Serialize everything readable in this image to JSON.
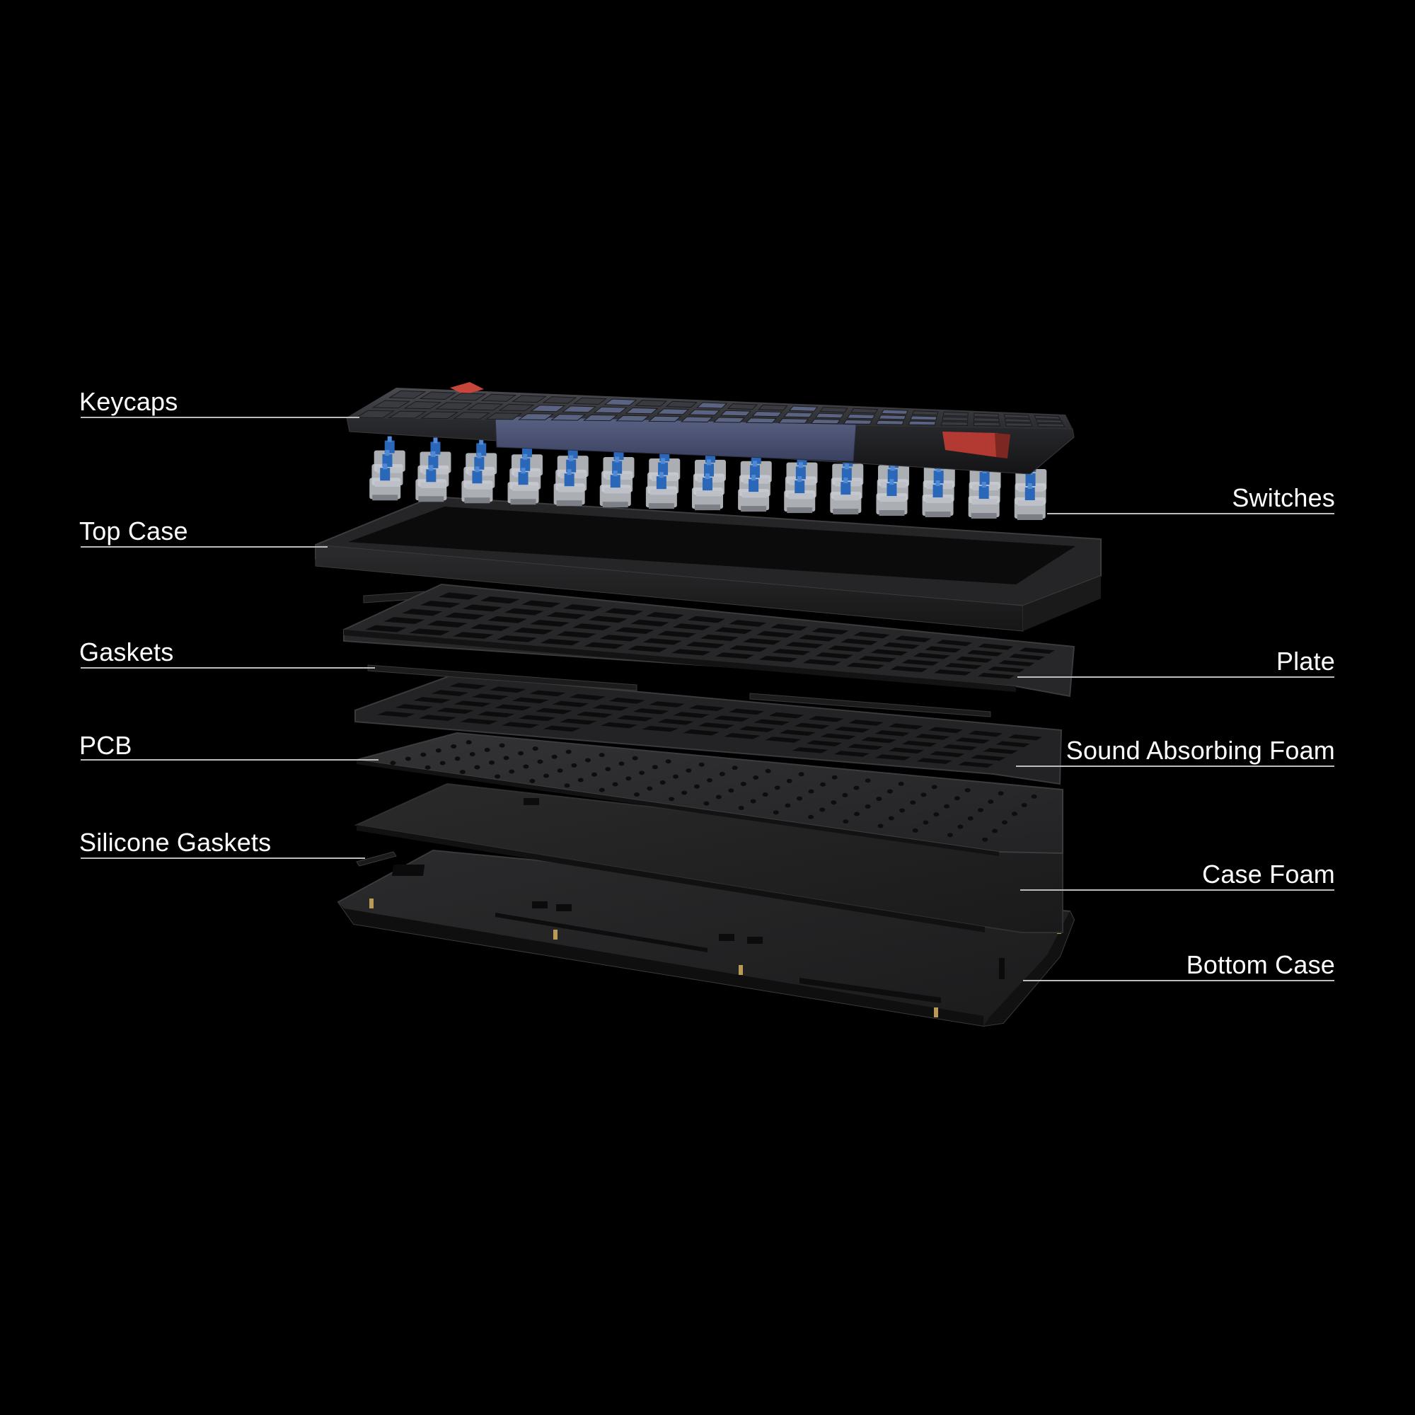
{
  "labels": {
    "keycaps": "Keycaps",
    "top_case": "Top Case",
    "gaskets": "Gaskets",
    "pcb": "PCB",
    "silicone_gaskets": "Silicone Gaskets",
    "switches": "Switches",
    "plate": "Plate",
    "sound_absorbing_foam": "Sound Absorbing Foam",
    "case_foam": "Case Foam",
    "bottom_case": "Bottom Case"
  },
  "colors": {
    "background": "#000000",
    "label_text": "#ffffff",
    "leader_line": "#bdbdbd",
    "keycap_dark": "#2e2f33",
    "keycap_blue": "#4a5170",
    "keycap_red": "#c8453c",
    "switch_stem_blue": "#2b67b8",
    "switch_housing": "#c9ccd2",
    "aluminum": "#2a2a2c",
    "plate": "#262627",
    "foam": "#1f1f20"
  }
}
